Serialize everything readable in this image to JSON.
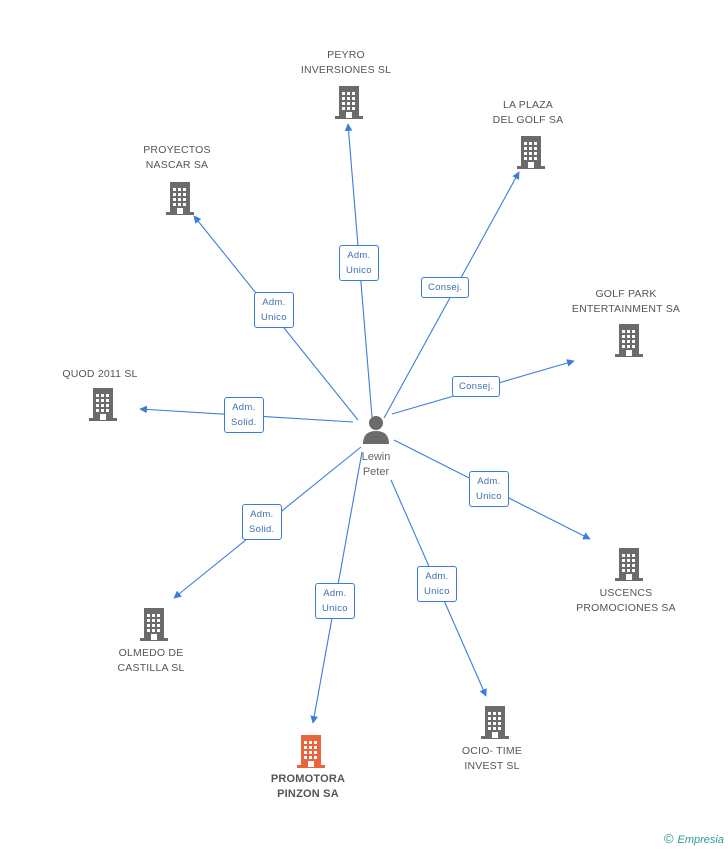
{
  "center": {
    "name": "Lewin\nPeter"
  },
  "companies": [
    {
      "id": "peyro",
      "label": "PEYRO\nINVERSIONES SL",
      "relation": "Adm.\nUnico",
      "highlight": false
    },
    {
      "id": "laplaza",
      "label": "LA PLAZA\nDEL GOLF SA",
      "relation": "Consej.",
      "highlight": false
    },
    {
      "id": "proyectos",
      "label": "PROYECTOS\nNASCAR SA",
      "relation": "Adm.\nUnico",
      "highlight": false
    },
    {
      "id": "golfpark",
      "label": "GOLF PARK\nENTERTAINMENT SA",
      "relation": "Consej.",
      "highlight": false
    },
    {
      "id": "quod",
      "label": "QUOD 2011 SL",
      "relation": "Adm.\nSolid.",
      "highlight": false
    },
    {
      "id": "uscencs",
      "label": "USCENCS\nPROMOCIONES SA",
      "relation": "Adm.\nUnico",
      "highlight": false
    },
    {
      "id": "olmedo",
      "label": "OLMEDO DE\nCASTILLA SL",
      "relation": "Adm.\nSolid.",
      "highlight": false
    },
    {
      "id": "promotora",
      "label": "PROMOTORA\nPINZON SA",
      "relation": "Adm.\nUnico",
      "highlight": true
    },
    {
      "id": "ocio",
      "label": "OCIO- TIME\nINVEST SL",
      "relation": "Adm.\nUnico",
      "highlight": false
    }
  ],
  "colors": {
    "edge": "#3b7ddd",
    "building": "#6b6b6b",
    "highlight": "#e8643c",
    "person": "#6b6b6b"
  },
  "brand": {
    "copyright": "©",
    "name": "Empresia"
  }
}
